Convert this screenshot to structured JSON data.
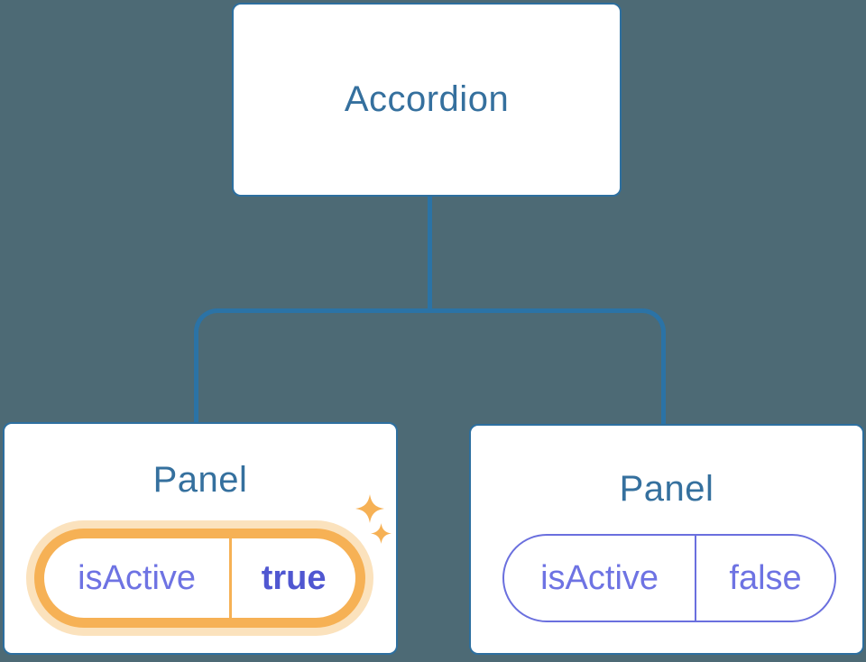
{
  "colors": {
    "background": "#4d6a75",
    "connector": "#2b73a6",
    "box_border": "#2d6f9f",
    "box_fill": "#ffffff",
    "heading_text": "#35709e",
    "state_text": "#6e73e3",
    "state_value_active_text": "#5057d1",
    "pill_border_active": "#f6b155",
    "pill_glow": "#fbe2bd",
    "pill_border_inactive": "#6a6fde"
  },
  "diagram": {
    "root": {
      "label": "Accordion"
    },
    "panels": [
      {
        "label": "Panel",
        "prop": {
          "name": "isActive",
          "value": "true"
        },
        "active": true
      },
      {
        "label": "Panel",
        "prop": {
          "name": "isActive",
          "value": "false"
        },
        "active": false
      }
    ]
  },
  "icons": {
    "sparkle_large": "sparkle-icon",
    "sparkle_small": "sparkle-icon"
  }
}
